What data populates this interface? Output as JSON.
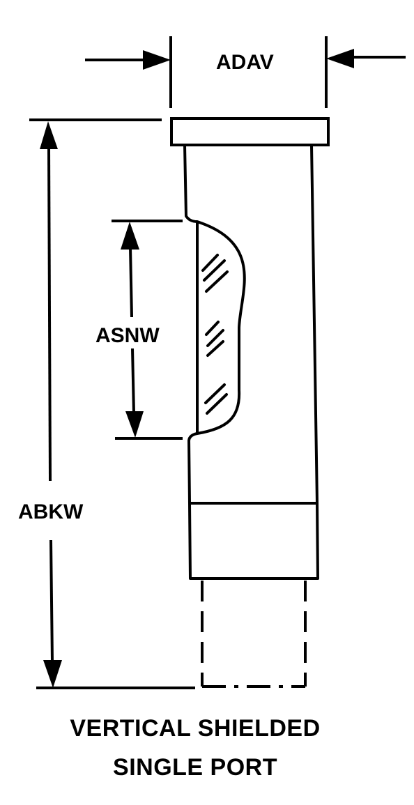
{
  "diagram": {
    "dimensions": {
      "width_label": "ADAV",
      "window_label": "ASNW",
      "length_label": "ABKW"
    },
    "caption": {
      "line1": "VERTICAL SHIELDED",
      "line2": "SINGLE PORT"
    },
    "colors": {
      "ink": "#000000",
      "background": "#ffffff"
    }
  }
}
